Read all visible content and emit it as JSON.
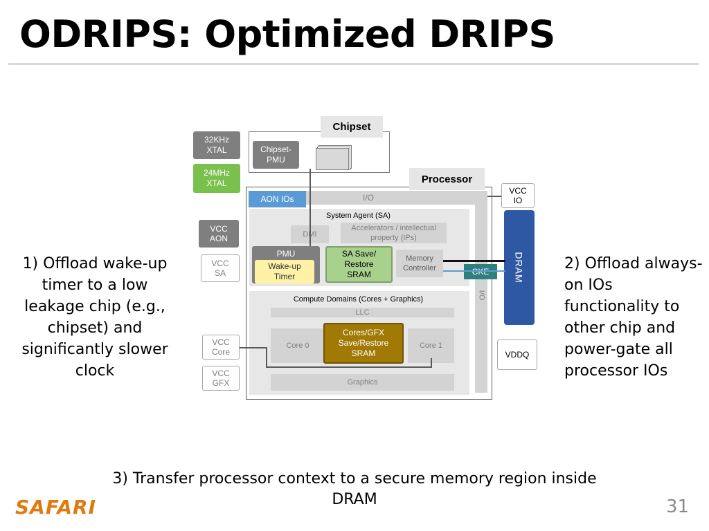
{
  "title": "ODRIPS: Optimized DRIPS",
  "left_text": "1) Offload wake-up timer to a low leakage chip (e.g., chipset) and significantly slower clock",
  "right_text": "2) Offload always-on IOs functionality to other chip and power-gate all processor IOs",
  "bottom_text": "3) Transfer processor context to a secure memory region inside DRAM",
  "logo": "SAFARI",
  "page_number": "31",
  "diagram": {
    "chipset_label": "Chipset",
    "processor_label": "Processor",
    "xtal32": "32KHz XTAL",
    "xtal24": "24MHz XTAL",
    "chipset_pmu": "Chipset- PMU",
    "vcc_io": "VCC IO",
    "aon_ios": "AON IOs",
    "io_top": "I/O",
    "system_agent": "System Agent (SA)",
    "vcc_aon": "VCC AON",
    "dmi": "DMI",
    "accelerators": "Accelerators / intellectual property (IPs)",
    "vcc_sa": "VCC SA",
    "pmu": "PMU",
    "wakeup_timer": "Wake-up Timer",
    "sa_save_restore": "SA Save/ Restore SRAM",
    "memory_controller": "Memory Controller",
    "cke": "CKE",
    "dram": "DRAM",
    "io_side": "I/O",
    "compute_domains": "Compute Domains (Cores + Graphics)",
    "llc": "LLC",
    "vcc_core": "VCC Core",
    "core0": "Core 0",
    "cores_gfx_sram": "Cores/GFX Save/Restore SRAM",
    "core1": "Core 1",
    "vddq": "VDDQ",
    "vcc_gfx": "VCC GFX",
    "graphics": "Graphics"
  },
  "colors": {
    "accent_orange": "#e07a10",
    "dram_blue": "#2f58a4",
    "aon_blue": "#5b9bd5",
    "wakeup_yellow": "#fff2a6",
    "sram_gold": "#a17a06",
    "cke_teal": "#2f7f7f",
    "green": "#7ac04d"
  }
}
